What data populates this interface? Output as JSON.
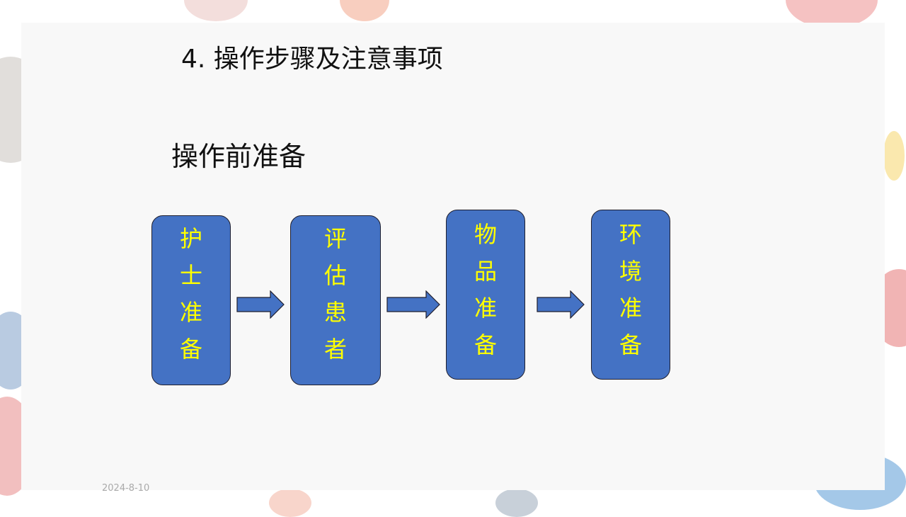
{
  "slide": {
    "title": "4. 操作步骤及注意事项",
    "subtitle": "操作前准备",
    "date": "2024-8-10"
  },
  "flow": {
    "steps": [
      {
        "chars": [
          "护",
          "士",
          "准",
          "备"
        ]
      },
      {
        "chars": [
          "评",
          "估",
          "患",
          "者"
        ]
      },
      {
        "chars": [
          "物",
          "品",
          "准",
          "备"
        ]
      },
      {
        "chars": [
          "环",
          "境",
          "准",
          "备"
        ]
      }
    ]
  },
  "colors": {
    "box_fill": "#4472c4",
    "box_text": "#ffff00",
    "arrow_fill": "#4472c4"
  }
}
